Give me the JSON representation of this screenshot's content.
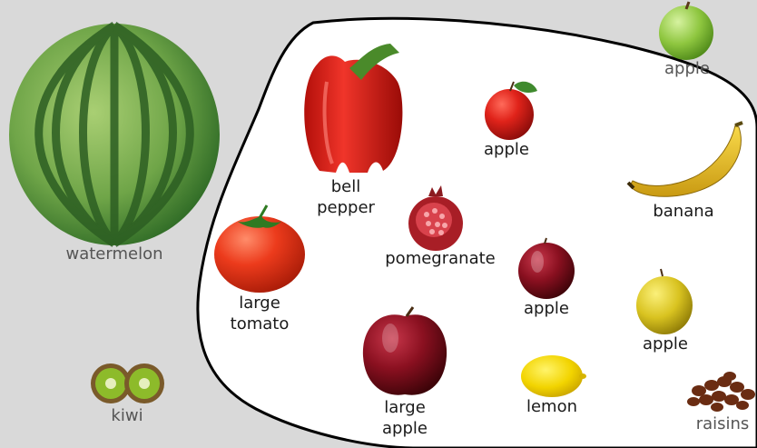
{
  "colors": {
    "background": "#d9d9d9",
    "blob_fill": "#ffffff",
    "blob_stroke": "#000000",
    "inside_label": "#1a1a1a",
    "outside_label": "#555555"
  },
  "inside_items": {
    "bell_pepper": {
      "line1": "bell",
      "line2": "pepper",
      "icon": "bell-pepper-icon"
    },
    "apple_top": {
      "label": "apple",
      "icon": "red-apple-icon"
    },
    "banana": {
      "label": "banana",
      "icon": "banana-icon"
    },
    "pomegranate": {
      "label": "pomegranate",
      "icon": "pomegranate-icon"
    },
    "large_tomato": {
      "line1": "large",
      "line2": "tomato",
      "icon": "tomato-icon"
    },
    "apple_middle": {
      "label": "apple",
      "icon": "dark-red-apple-icon"
    },
    "apple_yellow": {
      "label": "apple",
      "icon": "yellow-apple-icon"
    },
    "large_apple": {
      "line1": "large",
      "line2": "apple",
      "icon": "large-apple-icon"
    },
    "lemon": {
      "label": "lemon",
      "icon": "lemon-icon"
    }
  },
  "outside_items": {
    "watermelon": {
      "label": "watermelon",
      "icon": "watermelon-icon"
    },
    "apple_green": {
      "label": "apple",
      "icon": "green-apple-icon"
    },
    "kiwi": {
      "label": "kiwi",
      "icon": "kiwi-icon"
    },
    "raisins": {
      "label": "raisins",
      "icon": "raisins-icon"
    }
  }
}
